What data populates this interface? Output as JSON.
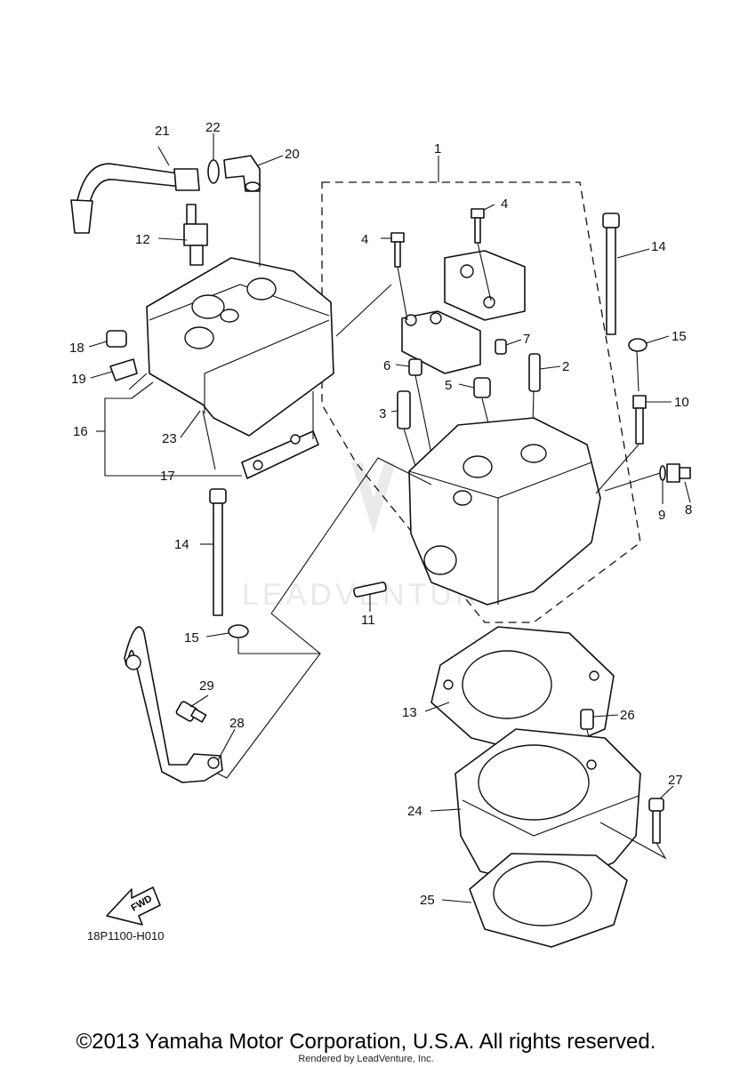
{
  "callouts": [
    {
      "id": "1",
      "label": "1"
    },
    {
      "id": "2",
      "label": "2"
    },
    {
      "id": "3",
      "label": "3"
    },
    {
      "id": "4a",
      "label": "4"
    },
    {
      "id": "4b",
      "label": "4"
    },
    {
      "id": "5",
      "label": "5"
    },
    {
      "id": "6",
      "label": "6"
    },
    {
      "id": "7",
      "label": "7"
    },
    {
      "id": "8",
      "label": "8"
    },
    {
      "id": "9",
      "label": "9"
    },
    {
      "id": "10",
      "label": "10"
    },
    {
      "id": "11",
      "label": "11"
    },
    {
      "id": "12",
      "label": "12"
    },
    {
      "id": "13",
      "label": "13"
    },
    {
      "id": "14a",
      "label": "14"
    },
    {
      "id": "14b",
      "label": "14"
    },
    {
      "id": "15a",
      "label": "15"
    },
    {
      "id": "15b",
      "label": "15"
    },
    {
      "id": "16",
      "label": "16"
    },
    {
      "id": "17",
      "label": "17"
    },
    {
      "id": "18",
      "label": "18"
    },
    {
      "id": "19",
      "label": "19"
    },
    {
      "id": "20",
      "label": "20"
    },
    {
      "id": "21",
      "label": "21"
    },
    {
      "id": "22",
      "label": "22"
    },
    {
      "id": "23",
      "label": "23"
    },
    {
      "id": "24",
      "label": "24"
    },
    {
      "id": "25",
      "label": "25"
    },
    {
      "id": "26",
      "label": "26"
    },
    {
      "id": "27",
      "label": "27"
    },
    {
      "id": "28",
      "label": "28"
    },
    {
      "id": "29",
      "label": "29"
    }
  ],
  "fwd_label": "FWD",
  "drawing_code": "18P1100-H010",
  "watermark": "LEADVENTURE",
  "copyright": "©2013 Yamaha Motor Corporation, U.S.A. All rights reserved.",
  "rendered_by": "Rendered by LeadVenture, Inc."
}
